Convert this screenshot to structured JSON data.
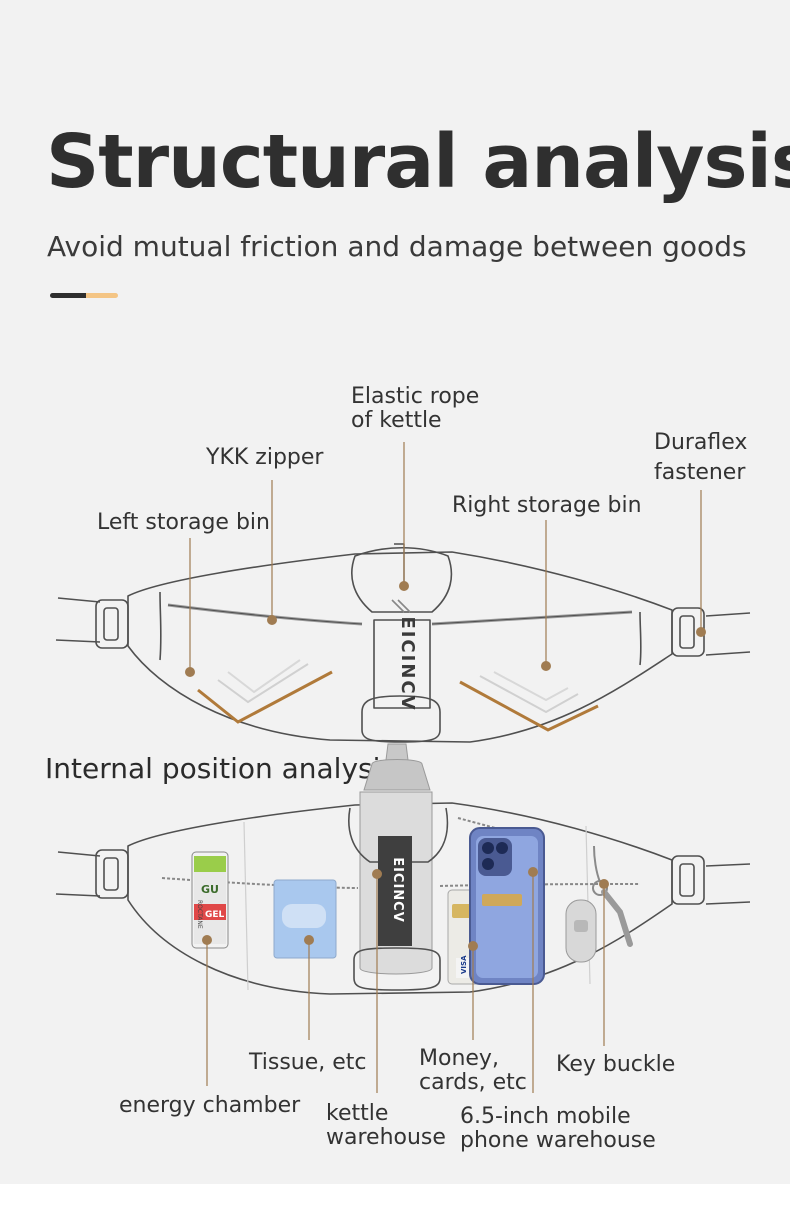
{
  "header": {
    "title": "Structural analysis",
    "subtitle": "Avoid mutual friction and damage between goods"
  },
  "colors": {
    "accent_dark": "#2e2e2e",
    "accent_light": "#f4c585",
    "callout": "#a07c52",
    "outline": "#505050",
    "background": "#f2f2f2"
  },
  "diagram1": {
    "labels": {
      "elastic_rope_l1": "Elastic rope",
      "elastic_rope_l2": "of kettle",
      "ykk_zipper": "YKK zipper",
      "duraflex_l1": "Duraflex",
      "duraflex_l2": "fastener",
      "right_bin": "Right storage bin",
      "left_bin": "Left storage bin"
    },
    "brand_text": "EICINCV"
  },
  "section2": {
    "title": "Internal position analysis"
  },
  "diagram2": {
    "labels": {
      "tissue": "Tissue, etc",
      "money_l1": "Money,",
      "money_l2": "cards, etc",
      "key_buckle": "Key buckle",
      "energy": "energy chamber",
      "kettle_l1": "kettle",
      "kettle_l2": "warehouse",
      "phone_l1": "6.5-inch mobile",
      "phone_l2": "phone warehouse"
    },
    "gel_brand": "GU",
    "gel_word": "GEL",
    "gel_side": "ROCTANE",
    "card_brand": "VISA",
    "bottle_text": "EICINCV"
  }
}
